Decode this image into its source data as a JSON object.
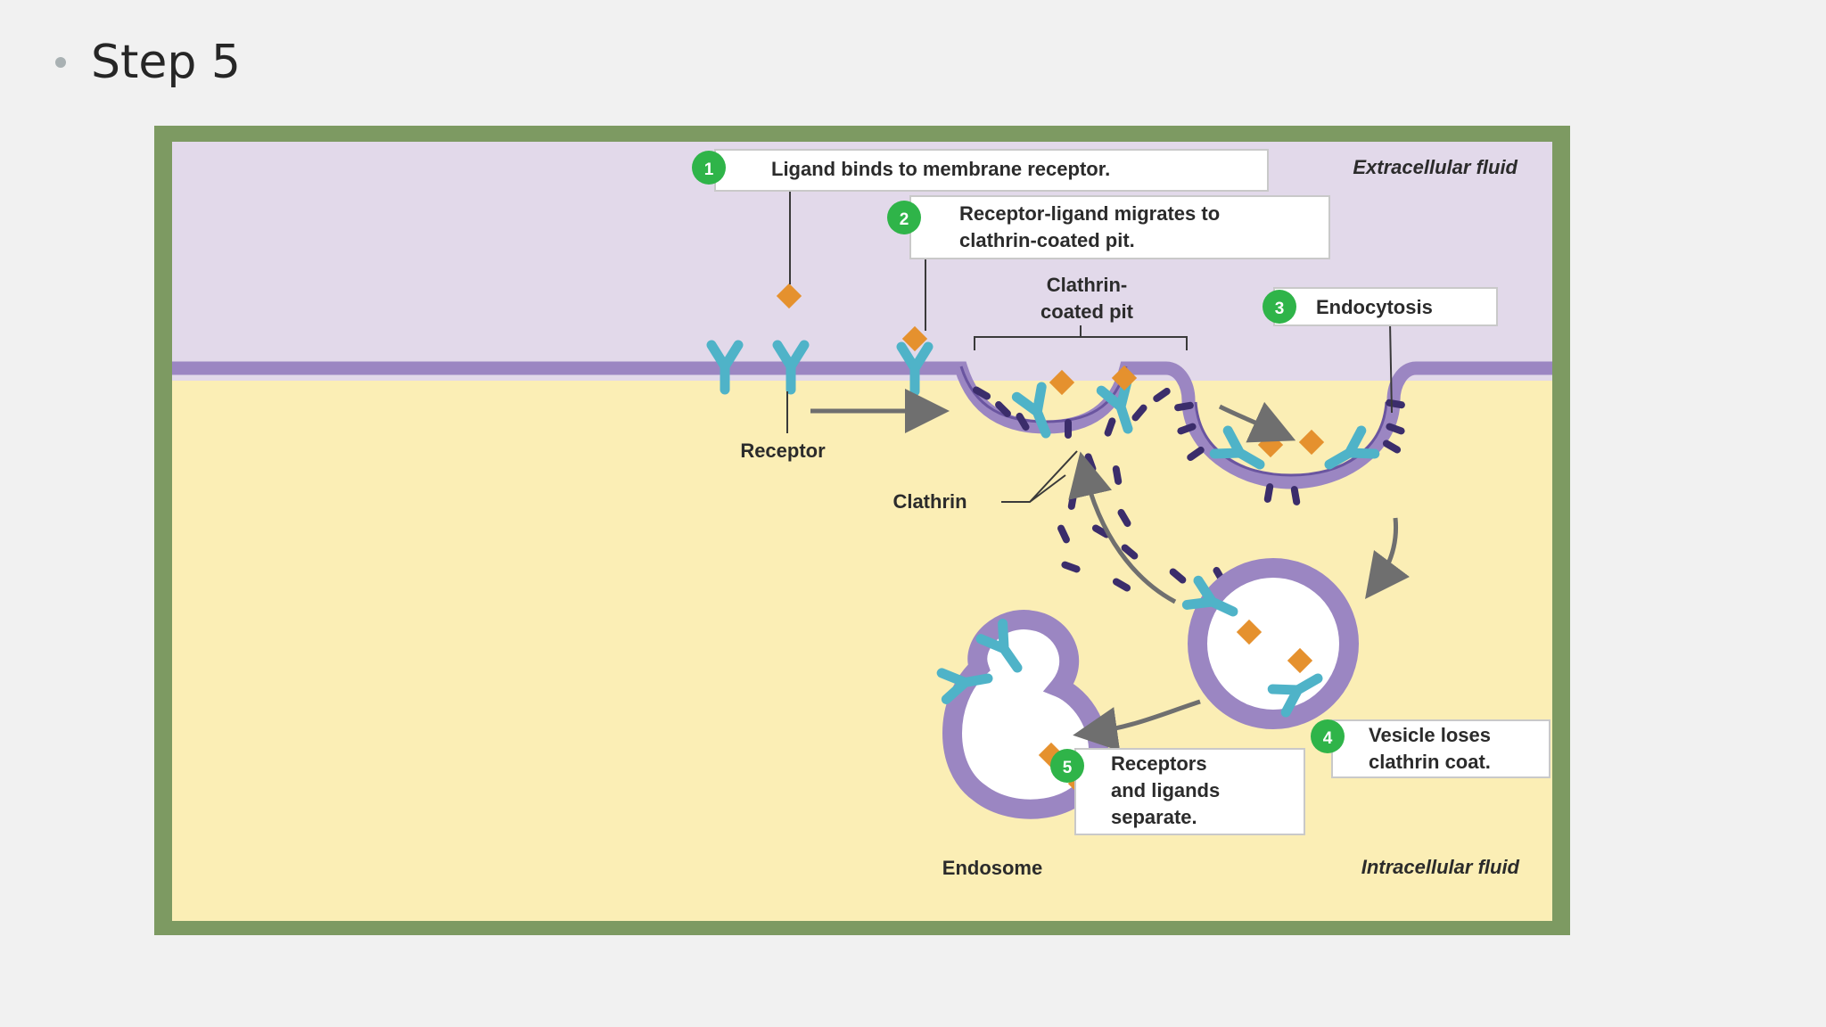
{
  "slide": {
    "title": "Step 5"
  },
  "diagram": {
    "region_labels": {
      "extracellular": "Extracellular fluid",
      "intracellular": "Intracellular fluid"
    },
    "steps": [
      {
        "number": "1",
        "lines": [
          "Ligand binds to membrane receptor."
        ]
      },
      {
        "number": "2",
        "lines": [
          "Receptor-ligand migrates to",
          "clathrin-coated pit."
        ]
      },
      {
        "number": "3",
        "lines": [
          "Endocytosis"
        ]
      },
      {
        "number": "4",
        "lines": [
          "Vesicle loses",
          "clathrin coat."
        ]
      },
      {
        "number": "5",
        "lines": [
          "Receptors",
          "and ligands",
          "separate."
        ]
      }
    ],
    "labels": {
      "pit_line1": "Clathrin-",
      "pit_line2": "coated pit",
      "receptor": "Receptor",
      "clathrin": "Clathrin",
      "endosome": "Endosome"
    },
    "colors": {
      "extracellular": "#e2d9ea",
      "intracellular": "#fbeeb5",
      "membrane": "#9b86c2",
      "receptor": "#4fb3c8",
      "ligand": "#e5912e",
      "clathrin": "#3b2d6b",
      "step_badge": "#2fb449",
      "frame": "#7d9a62"
    }
  }
}
